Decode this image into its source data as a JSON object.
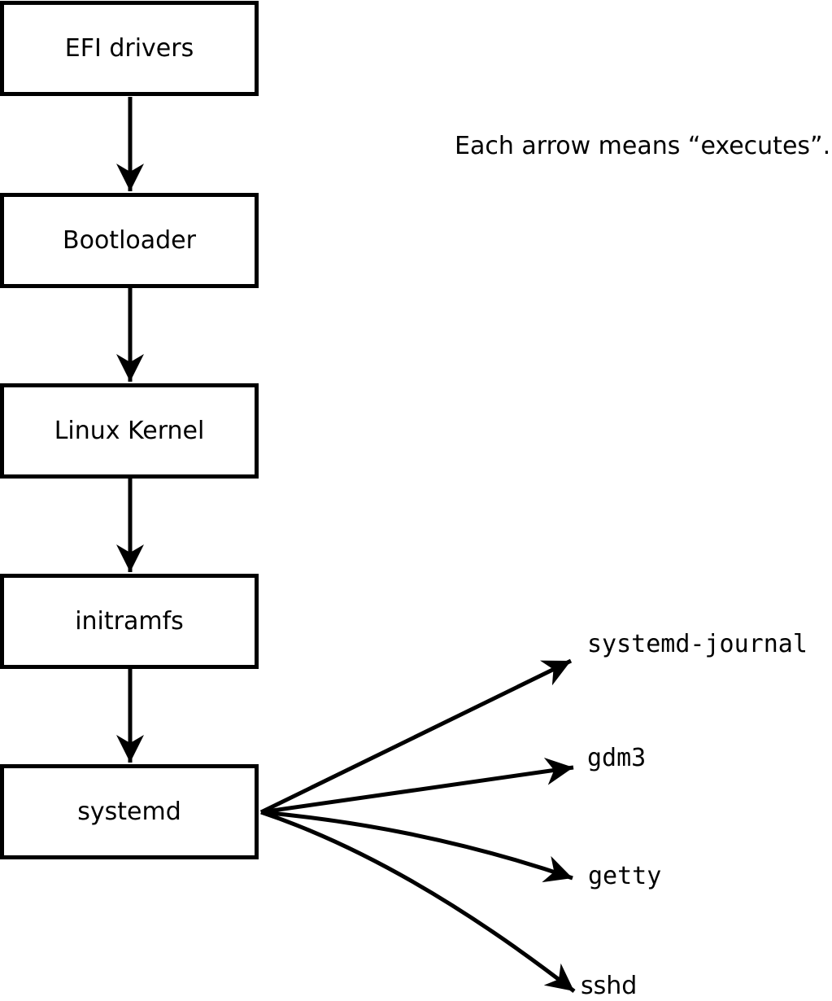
{
  "diagram": {
    "note": "Each arrow means “executes”.",
    "nodes": [
      {
        "id": "efi",
        "label": "EFI drivers"
      },
      {
        "id": "bootloader",
        "label": "Bootloader"
      },
      {
        "id": "kernel",
        "label": "Linux Kernel"
      },
      {
        "id": "initramfs",
        "label": "initramfs"
      },
      {
        "id": "systemd",
        "label": "systemd"
      }
    ],
    "targets": [
      {
        "id": "journal",
        "label": "systemd-journal"
      },
      {
        "id": "gdm3",
        "label": "gdm3"
      },
      {
        "id": "getty",
        "label": "getty"
      },
      {
        "id": "sshd",
        "label": "sshd"
      }
    ],
    "edges": [
      {
        "from": "EFI drivers",
        "to": "Bootloader"
      },
      {
        "from": "Bootloader",
        "to": "Linux Kernel"
      },
      {
        "from": "Linux Kernel",
        "to": "initramfs"
      },
      {
        "from": "initramfs",
        "to": "systemd"
      },
      {
        "from": "systemd",
        "to": "systemd-journal"
      },
      {
        "from": "systemd",
        "to": "gdm3"
      },
      {
        "from": "systemd",
        "to": "getty"
      },
      {
        "from": "systemd",
        "to": "sshd"
      }
    ],
    "colors": {
      "line": "#000000",
      "box_fill": "#ffffff",
      "text": "#000000",
      "background": "#ffffff"
    }
  }
}
